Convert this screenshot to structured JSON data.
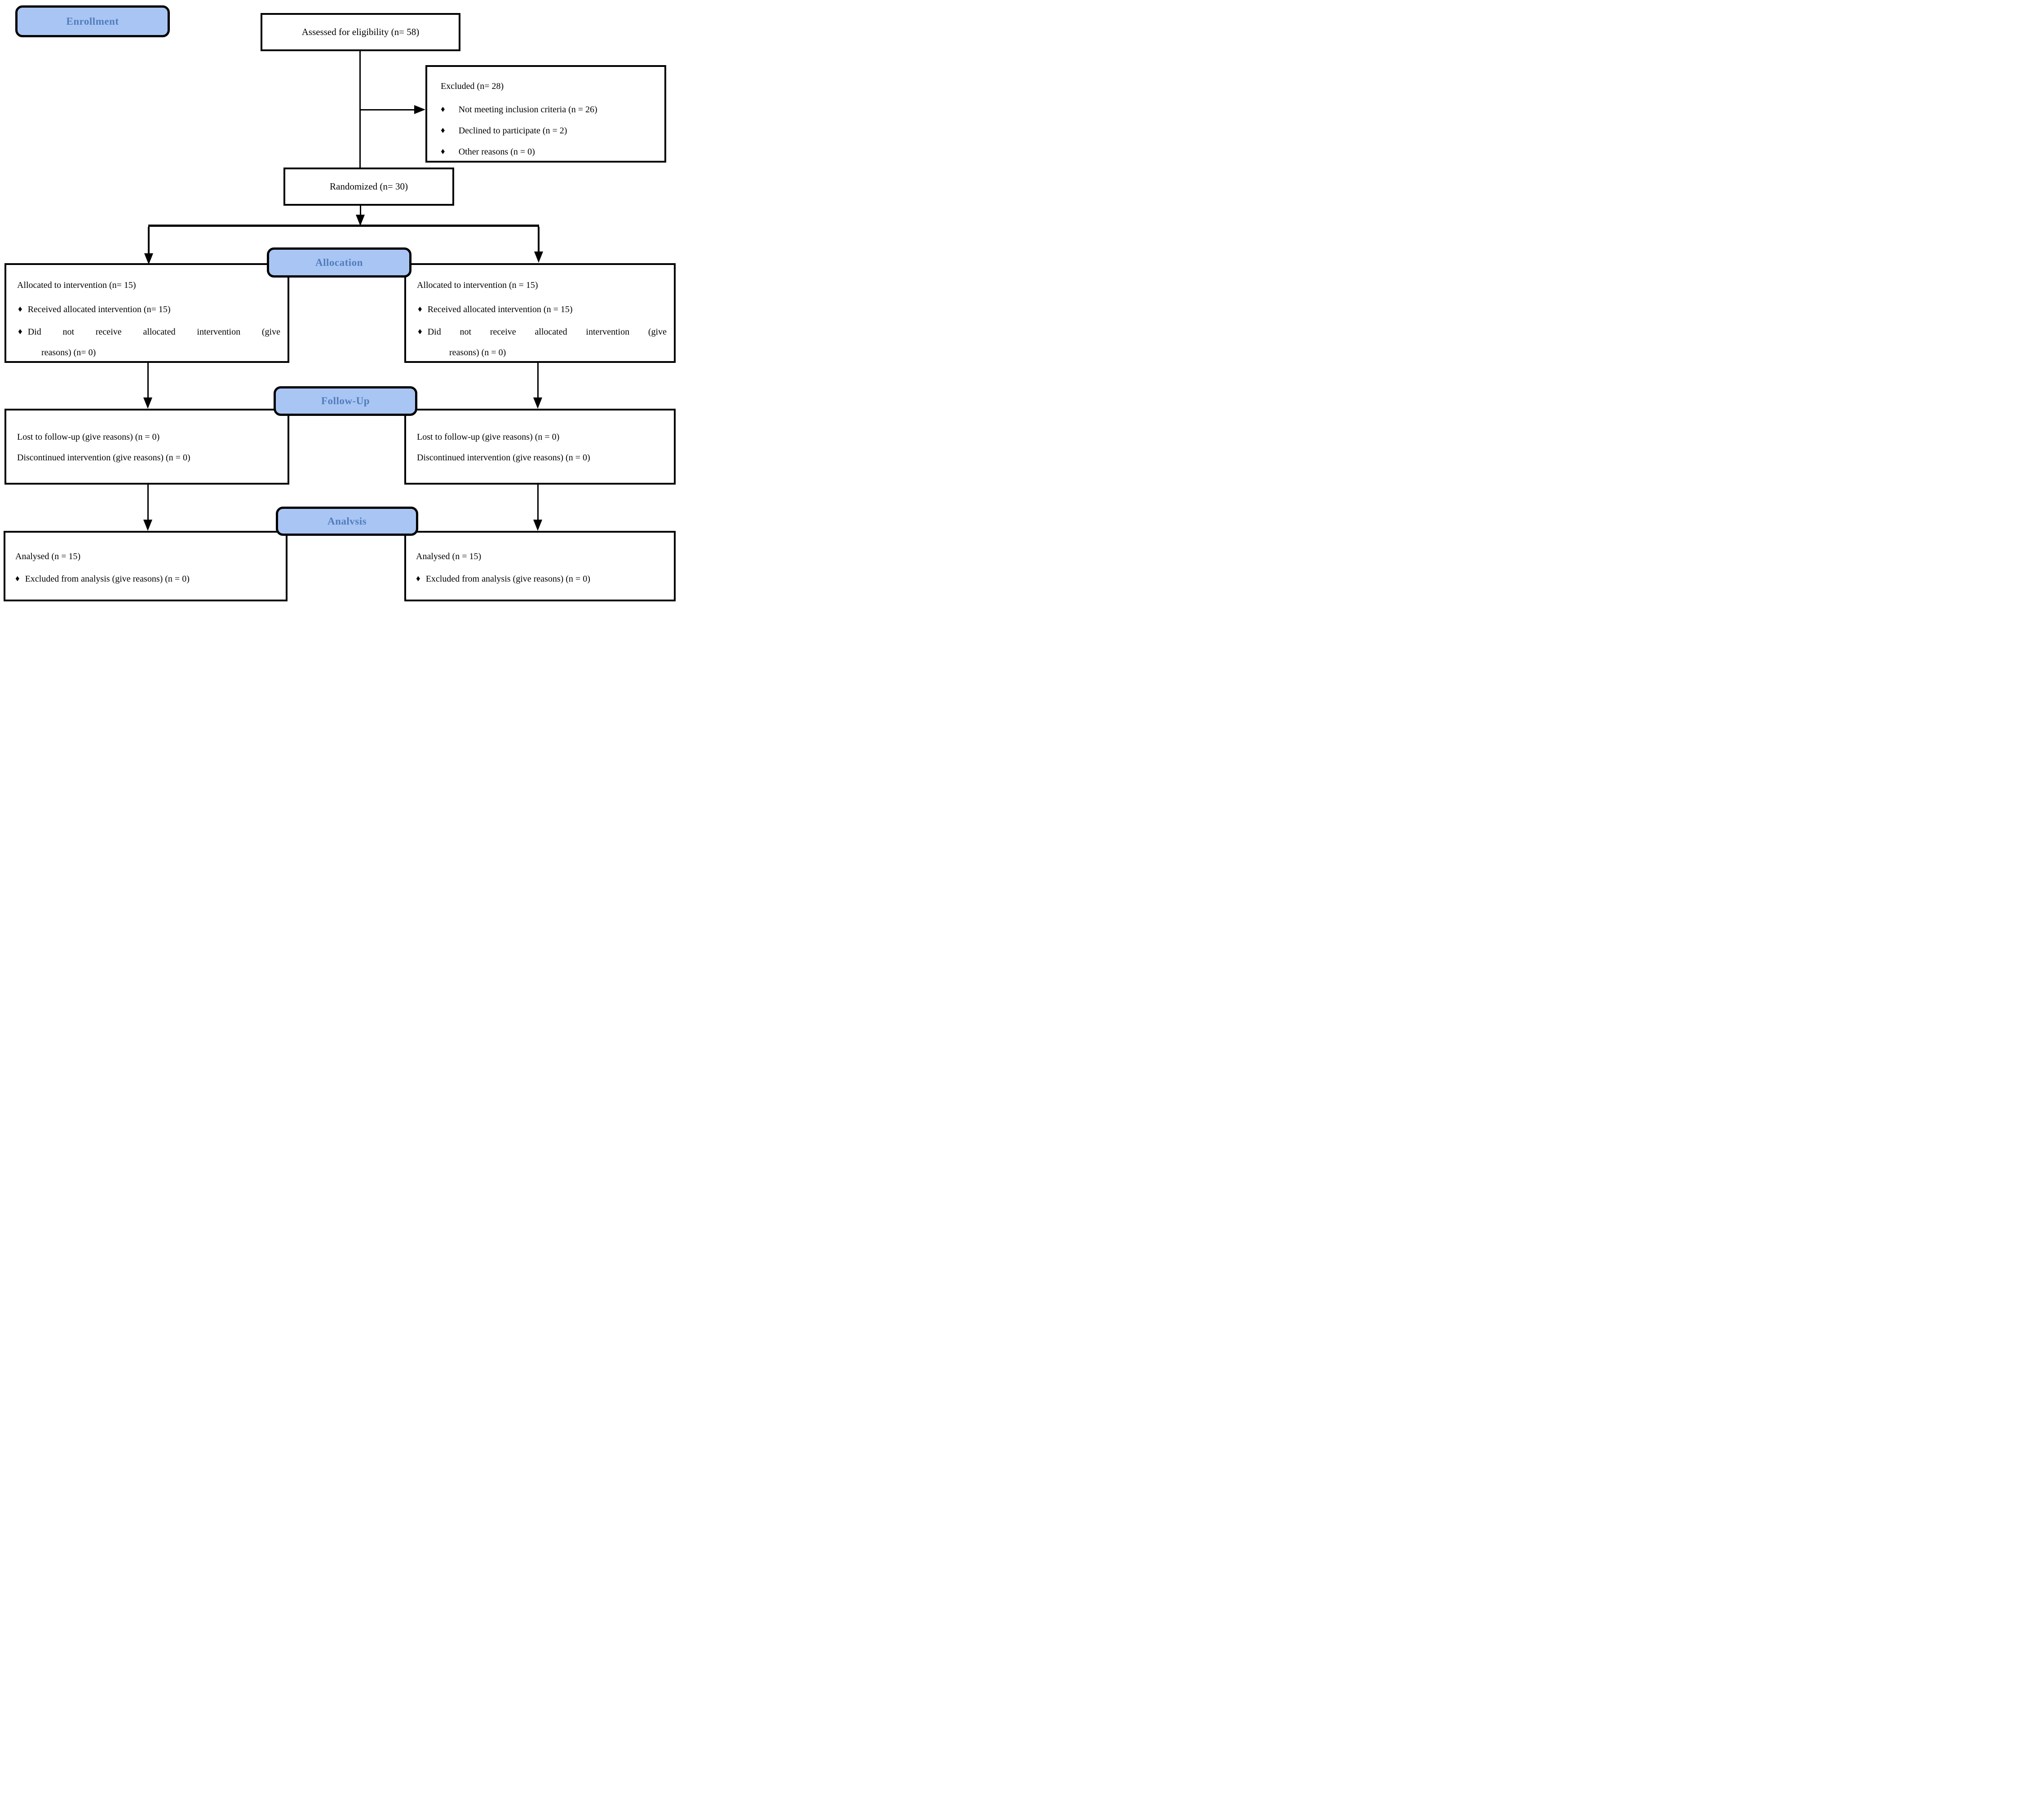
{
  "diagram_title": "CONSORT participant flow diagram",
  "bullet": "♦",
  "colors": {
    "stage_fill": "#a9c5f3",
    "stage_text": "#4f7dbe",
    "box_border": "#000000",
    "box_fill": "#ffffff",
    "connector": "#000000"
  },
  "stages": {
    "enrollment": "Enrollment",
    "allocation": "Allocation",
    "followup": "Follow-Up",
    "analysis": "Analvsis"
  },
  "boxes": {
    "assessed": "Assessed for eligibility (n= 58)",
    "excluded": {
      "title": "Excluded (n= 28)",
      "items": [
        "Not meeting inclusion criteria (n = 26)",
        "Declined to participate (n = 2)",
        "Other reasons (n = 0)"
      ]
    },
    "randomized": "Randomized (n= 30)",
    "alloc_left": {
      "title": "Allocated to intervention (n= 15)",
      "bullet1": "Received allocated intervention (n= 15)",
      "bullet2_line1": "Did not receive allocated intervention (give",
      "bullet2_line2": "reasons) (n= 0)"
    },
    "alloc_right": {
      "title": "Allocated to intervention (n = 15)",
      "bullet1": "Received allocated intervention (n = 15)",
      "bullet2_line1": "Did not receive allocated intervention (give",
      "bullet2_line2": "reasons) (n = 0)"
    },
    "followup_left": {
      "line1": "Lost to follow-up (give reasons) (n = 0)",
      "line2": "Discontinued intervention (give reasons) (n = 0)"
    },
    "followup_right": {
      "line1": "Lost to follow-up (give reasons) (n = 0)",
      "line2": "Discontinued intervention (give reasons) (n = 0)"
    },
    "analysis_left": {
      "title": "Analysed (n = 15)",
      "bullet1": "Excluded from analysis (give reasons) (n = 0)"
    },
    "analysis_right": {
      "title": "Analysed (n = 15)",
      "bullet1": "Excluded from analysis (give reasons) (n = 0)"
    }
  }
}
